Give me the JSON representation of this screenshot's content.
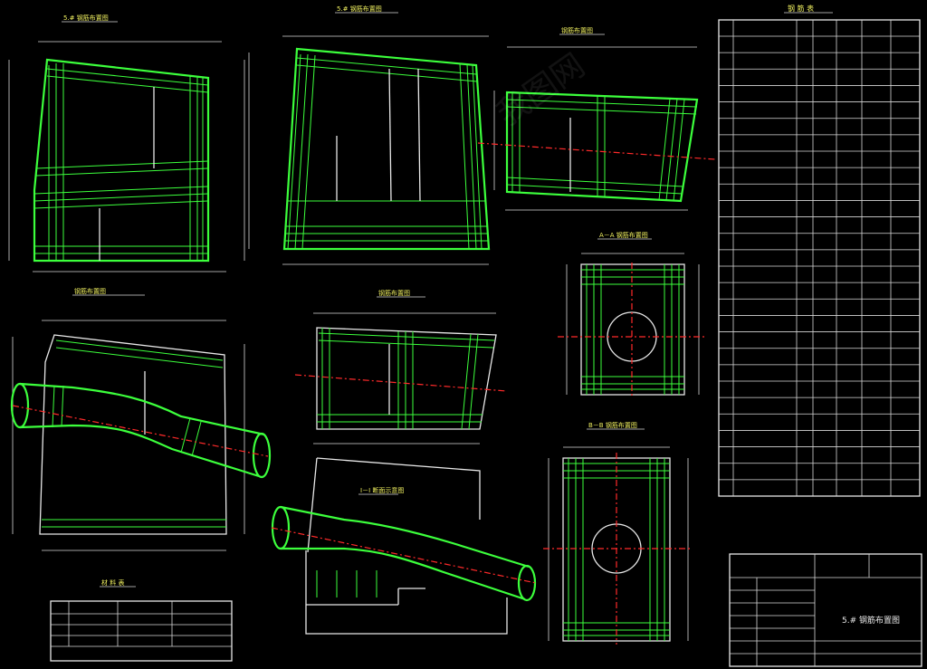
{
  "titles": {
    "view_top_left": "5.# 钢筋布置图",
    "view_top_mid": "5.# 钢筋布置图",
    "view_top_right": "钢筋布置图",
    "view_mid_left": "钢筋布置图",
    "view_mid_center": "钢筋布置图",
    "section_a": "A－A 钢筋布置图",
    "section_b": "B－B 钢筋布置图",
    "pipe_section": "I－I 断面示意图",
    "schedule_title": "钢 筋 表",
    "qty_title": "材 料 表",
    "block_drawing_name": "5.# 钢筋布置图"
  },
  "colors": {
    "rebar": "#3cff3c",
    "outline": "#e8e8e8",
    "centerline": "#ff2a2a",
    "title": "#f0f060"
  },
  "schedule": {
    "row_count": 28
  },
  "watermark": "我图网"
}
